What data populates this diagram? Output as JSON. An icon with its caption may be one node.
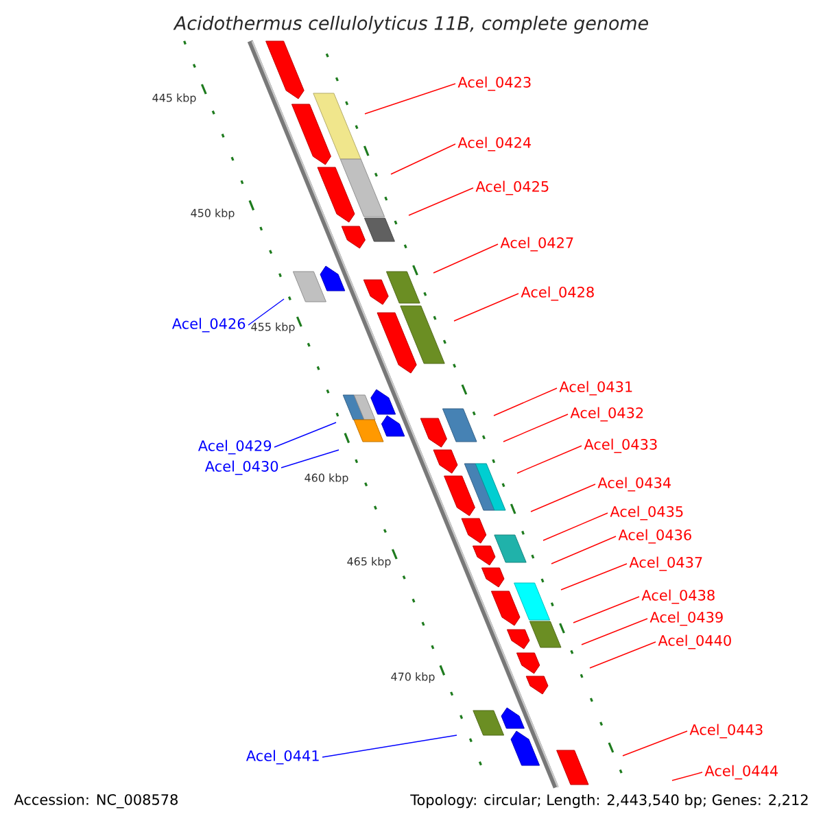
{
  "diagram": {
    "title": "*Acidothermus cellulolyticus 11B, complete genome*",
    "nodes": [
      {
        "text": [
          "Acel_0423"
        ]
      },
      {
        "text": [
          "Acel_0424"
        ]
      },
      {
        "text": [
          "Acel_0425"
        ]
      },
      {
        "text": [
          "Acel_0427"
        ]
      },
      {
        "text": [
          "Acel_0428"
        ]
      },
      {
        "text": [
          "Acel_0426"
        ]
      },
      {
        "text": [
          "Acel_0431"
        ]
      },
      {
        "text": [
          "Acel_0432"
        ]
      },
      {
        "text": [
          "Acel_0429"
        ]
      },
      {
        "text": [
          "Acel_0433"
        ]
      },
      {
        "text": [
          "Acel_0430"
        ]
      },
      {
        "text": [
          "Acel_0434"
        ]
      },
      {
        "text": [
          "Acel_0435"
        ]
      },
      {
        "text": [
          "Acel_0436"
        ]
      },
      {
        "text": [
          "Acel_0437"
        ]
      },
      {
        "text": [
          "Acel_0438"
        ]
      },
      {
        "text": [
          "Acel_0439"
        ]
      },
      {
        "text": [
          "Acel_0440"
        ]
      },
      {
        "text": [
          "Acel_0443"
        ]
      },
      {
        "text": [
          "Acel_0441"
        ]
      },
      {
        "text": [
          "Acel_0444"
        ]
      }
    ],
    "edges": [
      {
        "from": 0,
        "to": null,
        "arrow": "none"
      },
      {
        "from": 1,
        "to": null,
        "arrow": "none"
      },
      {
        "from": 2,
        "to": null,
        "arrow": "none"
      },
      {
        "from": 3,
        "to": null,
        "arrow": "none"
      },
      {
        "from": 4,
        "to": null,
        "arrow": "none"
      },
      {
        "from": 5,
        "to": null,
        "arrow": "none",
        "color": "#0000ff"
      },
      {
        "from": 6,
        "to": null,
        "arrow": "none"
      },
      {
        "from": 7,
        "to": null,
        "arrow": "none"
      },
      {
        "from": 8,
        "to": null,
        "arrow": "none",
        "color": "#0000ff"
      },
      {
        "from": 9,
        "to": null,
        "arrow": "none"
      },
      {
        "from": 10,
        "to": null,
        "arrow": "none",
        "color": "#0000ff"
      },
      {
        "from": 11,
        "to": null,
        "arrow": "none"
      },
      {
        "from": 12,
        "to": null,
        "arrow": "none"
      },
      {
        "from": 13,
        "to": null,
        "arrow": "none"
      },
      {
        "from": 14,
        "to": null,
        "arrow": "none"
      },
      {
        "from": 15,
        "to": null,
        "arrow": "none"
      },
      {
        "from": 16,
        "to": null,
        "arrow": "none"
      },
      {
        "from": 17,
        "to": null,
        "arrow": "none"
      },
      {
        "from": 18,
        "to": null,
        "arrow": "none"
      },
      {
        "from": 19,
        "to": null,
        "arrow": "none",
        "color": "#0000ff"
      },
      {
        "from": 20,
        "to": null,
        "arrow": "none"
      }
    ],
    "labels": [
      "445 kbp",
      "450 kbp",
      "455 kbp",
      "460 kbp",
      "465 kbp",
      "470 kbp",
      "Accession: NC_008578",
      "Topology: circular; Length: 2,443,540 bp; Genes: 2,212"
    ]
  }
}
